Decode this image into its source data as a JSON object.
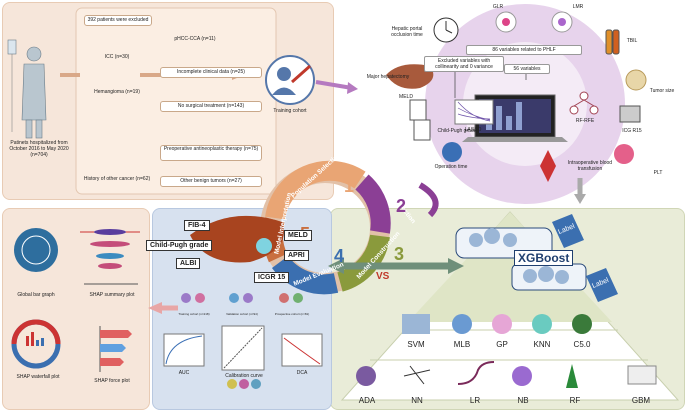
{
  "population": {
    "hospitalized": "Patinets hospitalized from October 2016 to May 2020 (n=704)",
    "excluded": "392 patients were excluded",
    "exclusions": [
      "ICC (n=30)",
      "Hemangioma (n=19)",
      "History of other cancer (n=62)",
      "pHCC-CCA (n=11)",
      "Incomplete clinical data (n=25)",
      "No surgical treatment (n=143)",
      "Preoperative antineoplastic therapy (n=75)",
      "Other benign tumors (n=27)"
    ],
    "training_cohort": "Training cohort"
  },
  "stages": {
    "s1": "Population Selection",
    "s2": "Variables Selection",
    "s3": "Model Construction",
    "s4": "Model Evaluation",
    "s5": "Model Interpretation",
    "n1": "1",
    "n2": "2",
    "n3": "3",
    "n4": "4",
    "n5": "5"
  },
  "variables": {
    "hepatic_portal": "Hepatic portal occlusion time",
    "glr": "GLR",
    "lmr": "LMR",
    "tbil": "TBIL",
    "tumor_size": "Tumor size",
    "icg": "ICG R15",
    "plt": "PLT",
    "blood": "Intraoperative blood transfusion",
    "op_time": "Operation time",
    "child_pugh": "Child-Pugh grade",
    "meld": "MELD",
    "major": "Major hepatectomy",
    "flow1": "86 variables related to PHLF",
    "flow2": "Excluded variables with collinearity and 0 variance",
    "flow3": "56 variables",
    "lasso": "LASSO",
    "rfrfe": "RF-RFE"
  },
  "models": {
    "xgboost": "XGBoost",
    "label1": "Label",
    "label2": "Label",
    "vs": "VS",
    "row1": [
      "SVM",
      "MLB",
      "GP",
      "KNN",
      "C5.0"
    ],
    "row2": [
      "ADA",
      "NN",
      "LR",
      "NB",
      "RF",
      "GBM"
    ]
  },
  "evaluation": {
    "features": [
      "FIB-4",
      "MELD",
      "Child-Pugh grade",
      "APRI",
      "ALBI",
      "ICGR 15"
    ],
    "cohorts": [
      "Training cohort (n=218)",
      "Validation cohort (n=94)",
      "Prospective cohort (n=81)"
    ],
    "plots": [
      "AUC",
      "Calibration curve",
      "DCA"
    ]
  },
  "interpretation": {
    "plots": [
      "Global bar graph",
      "SHAP summary plot",
      "SHAP waterfall plot",
      "SHAP force plot"
    ]
  },
  "colors": {
    "population_bg": "#f6e6da",
    "variables_bg": "#e7d3ec",
    "models_bg": "#e9ecd8",
    "evaluation_bg": "#d7e1ef",
    "interpretation_bg": "#f6e6da",
    "s1": "#e9a574",
    "s2": "#8b3f95",
    "s3": "#8a9a3c",
    "s4": "#3b6fb0",
    "s5": "#c96f3f"
  }
}
